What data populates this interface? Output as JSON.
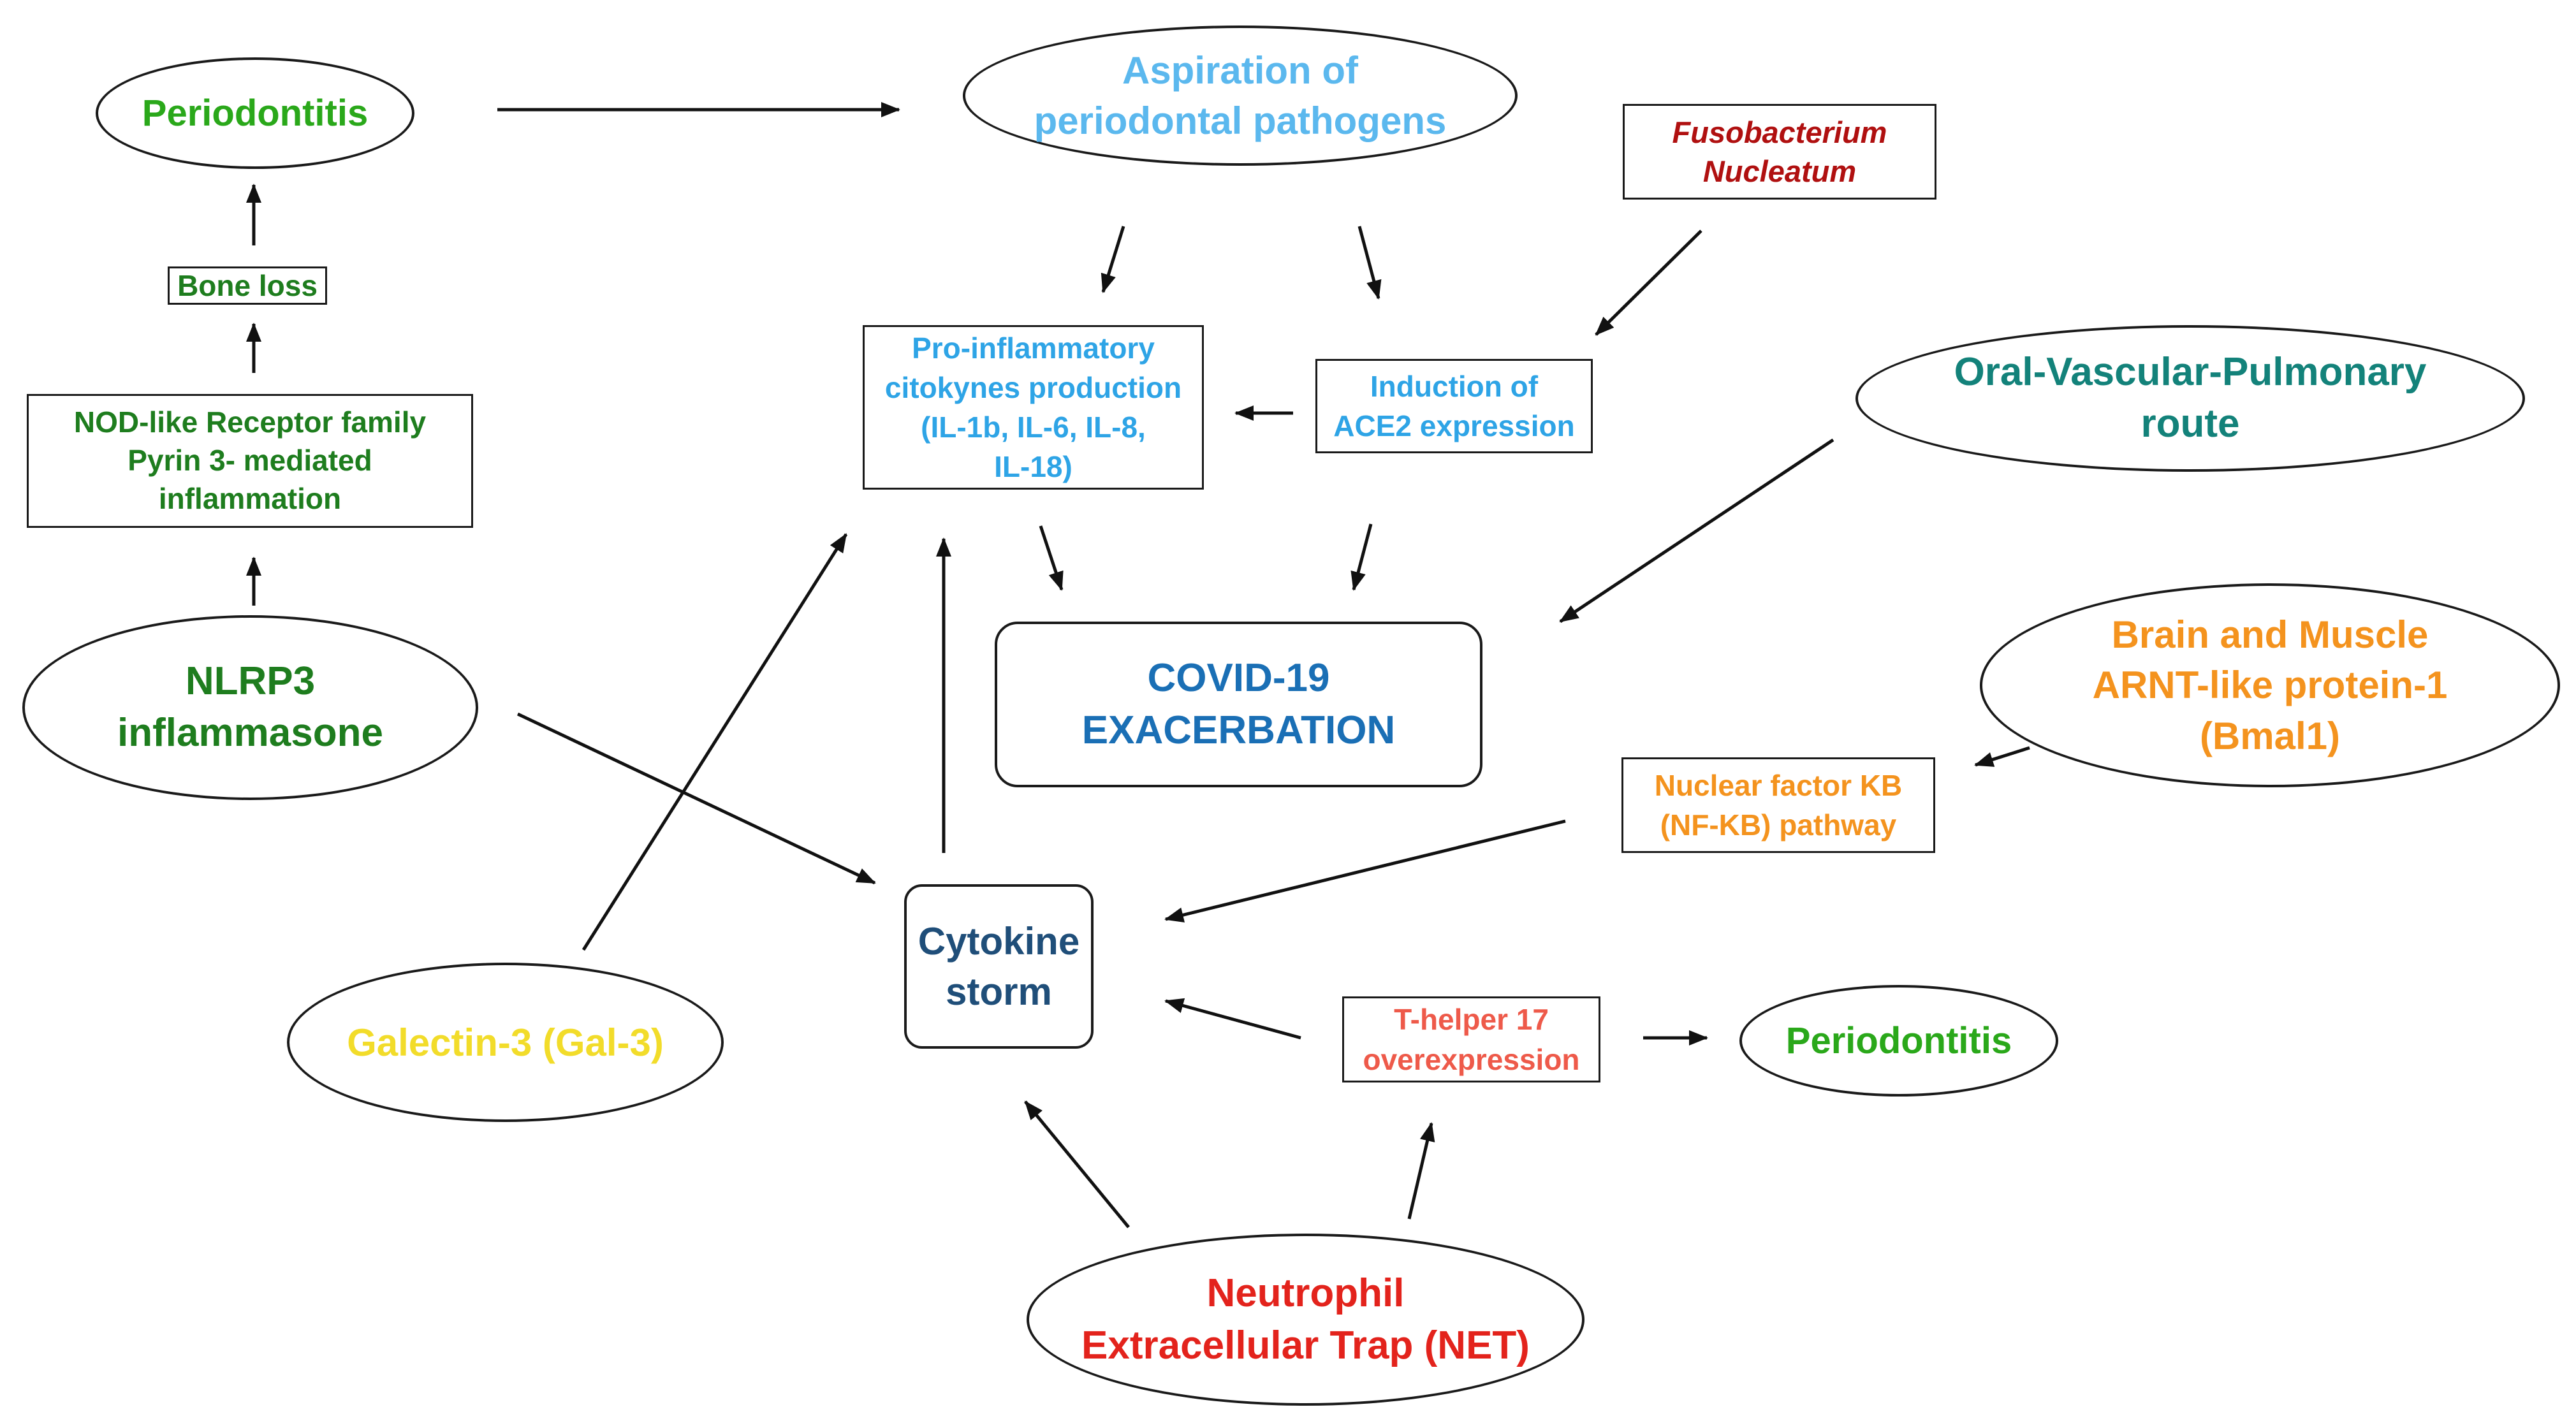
{
  "nodes": {
    "periodontitis_top": {
      "text": "Periodontitis",
      "color": "#2aa81a"
    },
    "aspiration": {
      "text": "Aspiration of\nperiodontal pathogens",
      "color": "#5bb8ee"
    },
    "fusobacterium": {
      "text": "Fusobacterium\nNucleatum",
      "color": "#b01010"
    },
    "bone_loss": {
      "text": "Bone loss",
      "color": "#1e7d1e"
    },
    "nod_like": {
      "text": "NOD-like Receptor family\nPyrin 3- mediated\ninflammation",
      "color": "#1e7d1e"
    },
    "pro_inflammatory": {
      "text": "Pro-inflammatory\ncitokynes production\n(IL-1b, IL-6, IL-8,\nIL-18)",
      "color": "#2ea4e6"
    },
    "ace2": {
      "text": "Induction of\nACE2 expression",
      "color": "#2ea4e6"
    },
    "oral_vascular": {
      "text": "Oral-Vascular-Pulmonary\nroute",
      "color": "#13827a"
    },
    "nlrp3": {
      "text": "NLRP3\ninflammasone",
      "color": "#1e7d1e"
    },
    "covid": {
      "text": "COVID-19\nEXACERBATION",
      "color": "#1a6fb5"
    },
    "bmal1": {
      "text": "Brain and Muscle\nARNT-like protein-1\n(Bmal1)",
      "color": "#f4931e"
    },
    "nfkb": {
      "text": "Nuclear factor KB\n(NF-KB) pathway",
      "color": "#f4931e"
    },
    "cytokine_storm": {
      "text": "Cytokine\nstorm",
      "color": "#1f4e79"
    },
    "galectin": {
      "text": "Galectin-3 (Gal-3)",
      "color": "#f2dc2a"
    },
    "th17": {
      "text": "T-helper 17\noverexpression",
      "color": "#ee5a4a"
    },
    "periodontitis_right": {
      "text": "Periodontitis",
      "color": "#2aa81a"
    },
    "net": {
      "text": "Neutrophil\nExtracellular Trap (NET)",
      "color": "#e3231c"
    }
  },
  "arrow_color": "#111111"
}
